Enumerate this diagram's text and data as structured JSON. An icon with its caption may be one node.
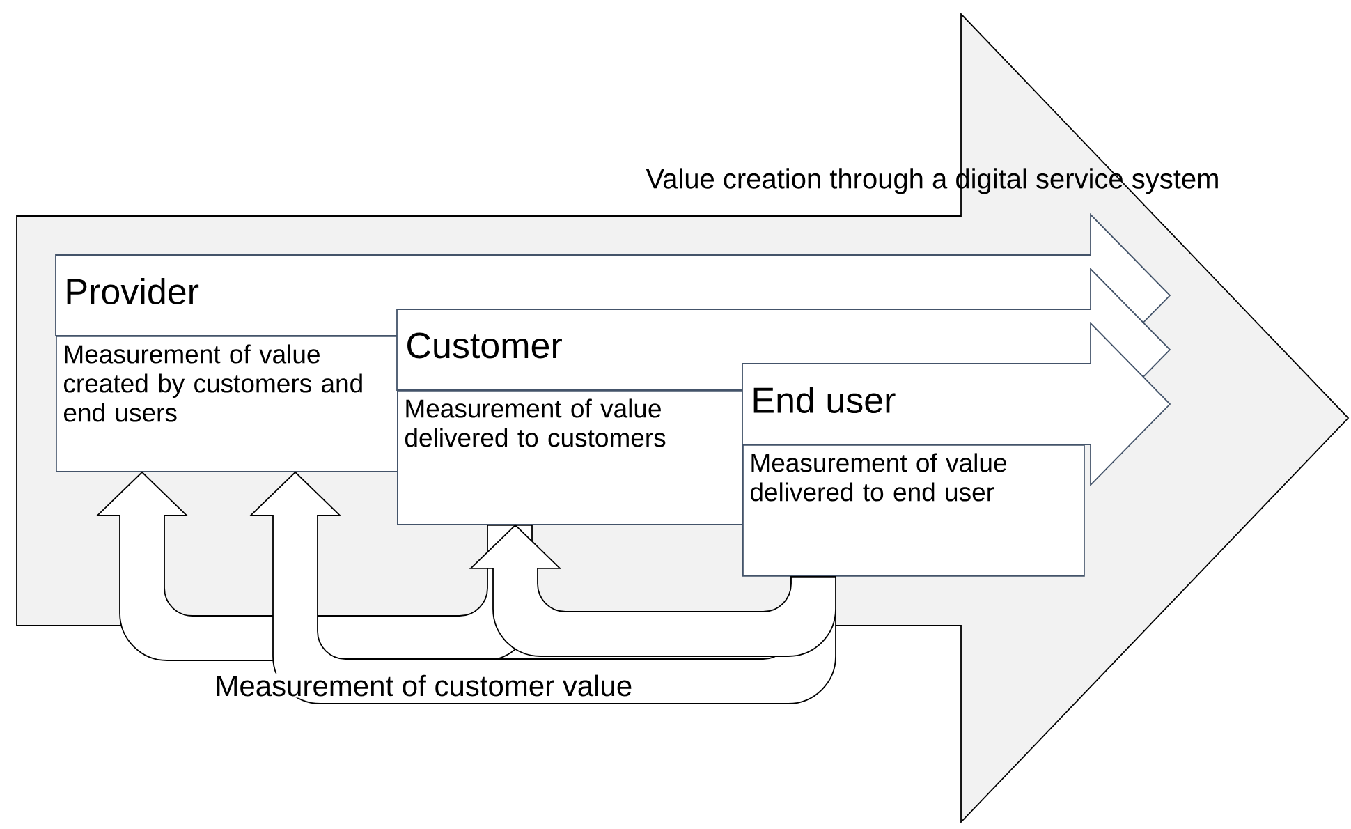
{
  "diagram": {
    "nodes": [
      {
        "text": [
          "Value creation through a digital service system"
        ]
      },
      {
        "text": [
          "Provider",
          "Measurement of value created by customers and end users"
        ],
        "in": 0
      },
      {
        "text": [
          "Customer",
          "Measurement of value delivered to customers"
        ],
        "in": 0
      },
      {
        "text": [
          "End user",
          "Measurement of value delivered to end user"
        ],
        "in": 0
      }
    ],
    "edges": [
      {
        "from": 2,
        "to": 1,
        "arrow": "to"
      },
      {
        "from": 3,
        "to": 1,
        "arrow": "to"
      },
      {
        "from": 3,
        "to": 2,
        "arrow": "to"
      }
    ],
    "labels": [
      "Measurement of customer value"
    ]
  }
}
